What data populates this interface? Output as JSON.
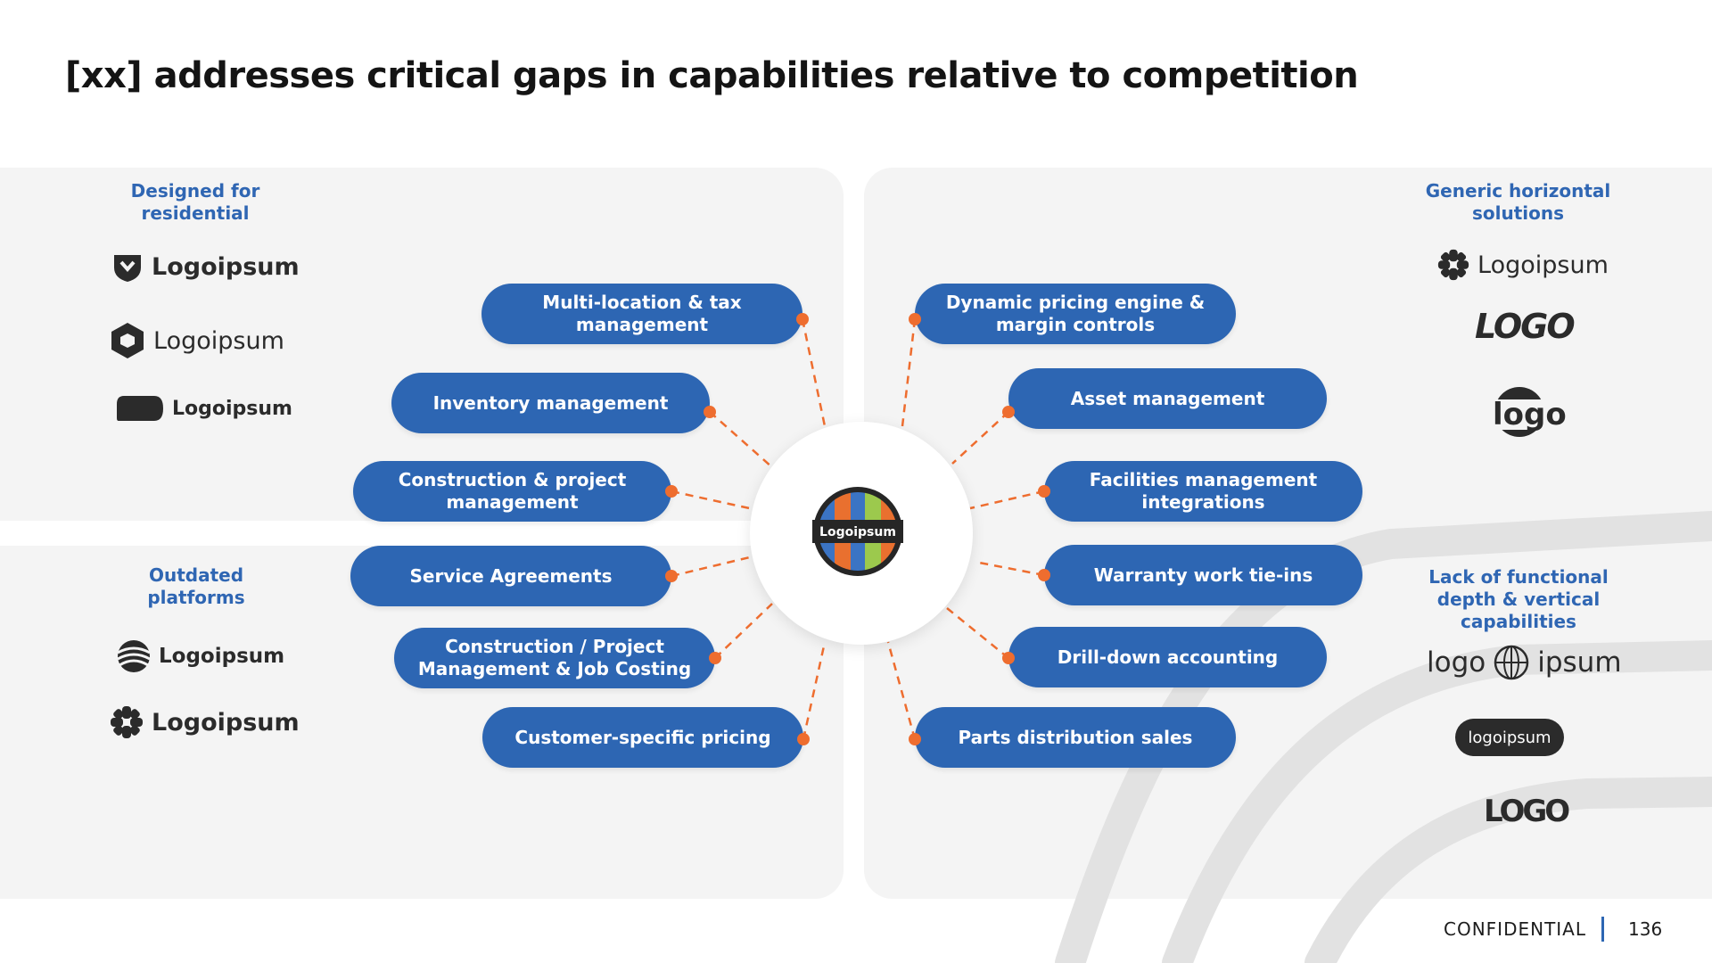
{
  "title": "[xx] addresses critical gaps in capabilities relative to competition",
  "groups": {
    "residential": {
      "label": "Designed for residential",
      "logos": [
        "Logoipsum",
        "Logoipsum",
        "Logoipsum"
      ]
    },
    "outdated": {
      "label": "Outdated platforms",
      "logos": [
        "Logoipsum",
        "Logoipsum"
      ]
    },
    "horizontal": {
      "label": "Generic horizontal solutions",
      "logos": [
        "Logoipsum",
        "LOGO",
        "logo"
      ]
    },
    "functional": {
      "label": "Lack of functional depth & vertical capabilities",
      "logos": [
        "logo",
        "ipsum",
        "logoipsum",
        "LOGO"
      ]
    }
  },
  "center": {
    "logo_text": "Logoipsum"
  },
  "capabilities_left": [
    "Multi-location & tax management",
    "Inventory management",
    "Construction & project management",
    "Service Agreements",
    "Construction / Project Management & Job Costing",
    "Customer-specific pricing"
  ],
  "capabilities_right": [
    "Dynamic pricing engine & margin controls",
    "Asset management",
    "Facilities management integrations",
    "Warranty work tie-ins",
    "Drill-down accounting",
    "Parts distribution sales"
  ],
  "footer": {
    "confidential": "CONFIDENTIAL",
    "page_number": "136"
  },
  "colors": {
    "pill": "#2d66b3",
    "accent": "#ee6d2f",
    "label": "#2f66b3",
    "panel": "#f4f4f4"
  }
}
